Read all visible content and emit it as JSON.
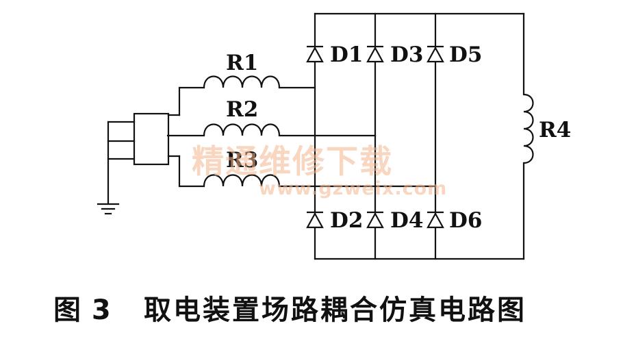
{
  "components": {
    "R1": "R1",
    "R2": "R2",
    "R3": "R3",
    "R4": "R4",
    "D1": "D1",
    "D2": "D2",
    "D3": "D3",
    "D4": "D4",
    "D5": "D5",
    "D6": "D6"
  },
  "watermark": {
    "text": "精通维修下载",
    "url": "www.gzweix.com"
  },
  "caption": {
    "figure_number": "图 3",
    "title": "取电装置场路耦合仿真电路图"
  },
  "colors": {
    "line": "#111111",
    "watermark": "#f2b48a",
    "background": "#ffffff"
  }
}
